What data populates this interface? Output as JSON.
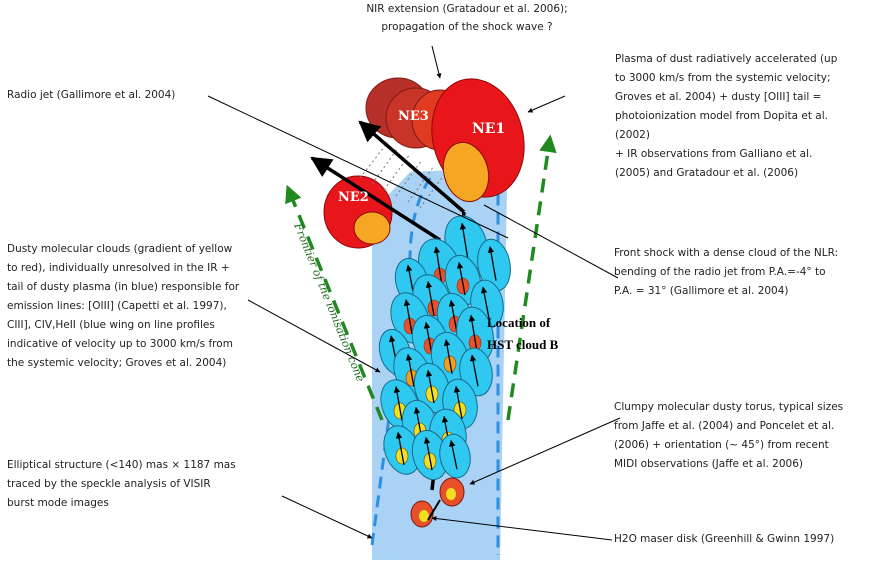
{
  "annotations": {
    "nir": "NIR extension (Gratadour et al. 2006);\npropagation of the shock wave ?",
    "plasma": "Plasma of dust radiatively accelerated (up\nto 3000 km/s from the systemic velocity;\nGroves et al. 2004) + dusty [OIII] tail =\nphotoionization model from Dopita et al.\n(2002)\n+ IR observations from Galliano et al.\n(2005) and Gratadour et al. (2006)",
    "radio": "Radio jet (Gallimore et al. 2004)",
    "dusty": "Dusty molecular clouds (gradient of yellow\nto red), individually unresolved in the IR +\ntail of dusty plasma (in blue) responsible for\nemission lines: [OIII] (Capetti et al. 1997),\nCIII], CIV,HeII (blue wing on line profiles\nindicative of velocity up to 3000 km/s from\nthe systemic velocity; Groves et al. 2004)",
    "front": "Front shock with a dense cloud of the NLR:\nbending of the radio jet from P.A.=-4° to\nP.A. = 31° (Gallimore et al. 2004)",
    "clumpy": "Clumpy molecular dusty torus, typical sizes\nfrom Jaffe et al. (2004) and Poncelet et al.\n(2006) + orientation (~ 45°) from recent\nMIDI observations (Jaffe et al. 2006)",
    "elliptical": "Elliptical structure (<140) mas × 1187 mas\ntraced by the speckle analysis of VISIR\nburst mode images",
    "maser": "H2O maser disk (Greenhill & Gwinn 1997)"
  },
  "labels": {
    "ne1": "NE1",
    "ne2": "NE2",
    "ne3": "NE3",
    "location": "Location of",
    "hst": "HST cloud B",
    "frontier": "Frontier of the ionisation cone"
  },
  "colors": {
    "red": "#e8151a",
    "dark_red": "#b8302a",
    "orange": "#f5a623",
    "cyan": "#2ec8f0",
    "light_blue": "#a9d2f5",
    "dashed_blue": "#2f8fe0",
    "green": "#1f8a1f",
    "cloud_red": "#e8502a",
    "yellow": "#f0e020"
  }
}
